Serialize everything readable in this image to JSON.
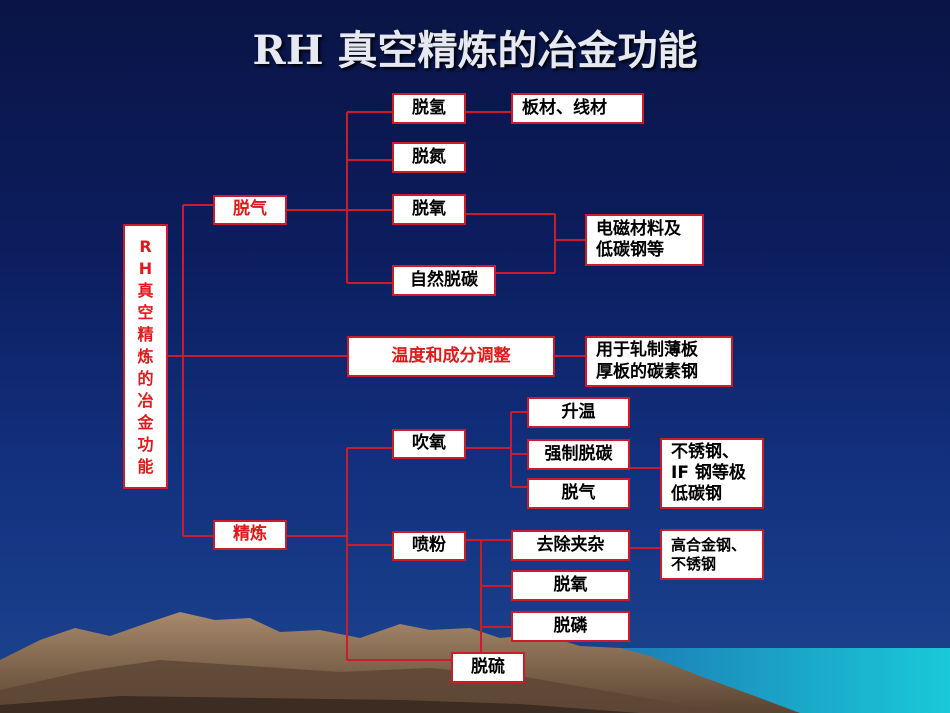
{
  "title": "RH 真空精炼的冶金功能",
  "root": {
    "chars": [
      "R",
      "H",
      "真",
      "空",
      "精",
      "炼",
      "的",
      "冶",
      "金",
      "功",
      "能"
    ]
  },
  "nodes": {
    "tuoqi": "脱气",
    "jinglian": "精炼",
    "wendu": "温度和成分调整",
    "tuoqing": "脱氢",
    "tuodan": "脱氮",
    "tuoyang": "脱氧",
    "ziran": "自然脱碳",
    "banshe": "板材、线材",
    "dianci": "电磁材料及\n低碳钢等",
    "yongyu": "用于轧制薄板\n厚板的碳素钢",
    "chuiyang": "吹氧",
    "penfen": "喷粉",
    "shengwen": "升温",
    "qiangzhi": "强制脱碳",
    "tuoqi2": "脱气",
    "buxiu": "不锈钢、\nIF 钢等极\n低碳钢",
    "quchu": "去除夹杂",
    "tuoyang2": "脱氧",
    "tuolin": "脱磷",
    "tuoliu": "脱硫",
    "gaohe": "高合金钢、\n不锈钢"
  },
  "colors": {
    "box_border": "#cc1b2b",
    "connector": "#cc1b2b",
    "highlight_text": "#e01a1a"
  }
}
